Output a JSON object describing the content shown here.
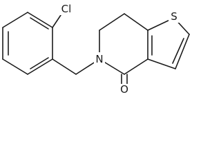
{
  "molecule": {
    "atoms": {
      "chlorine": "Cl",
      "sulfur": "S",
      "nitrogen": "N",
      "oxygen": "O"
    }
  },
  "colors": {
    "bond": "#1a1a1a",
    "label": "#1a1a1a",
    "background": "#ffffff"
  }
}
